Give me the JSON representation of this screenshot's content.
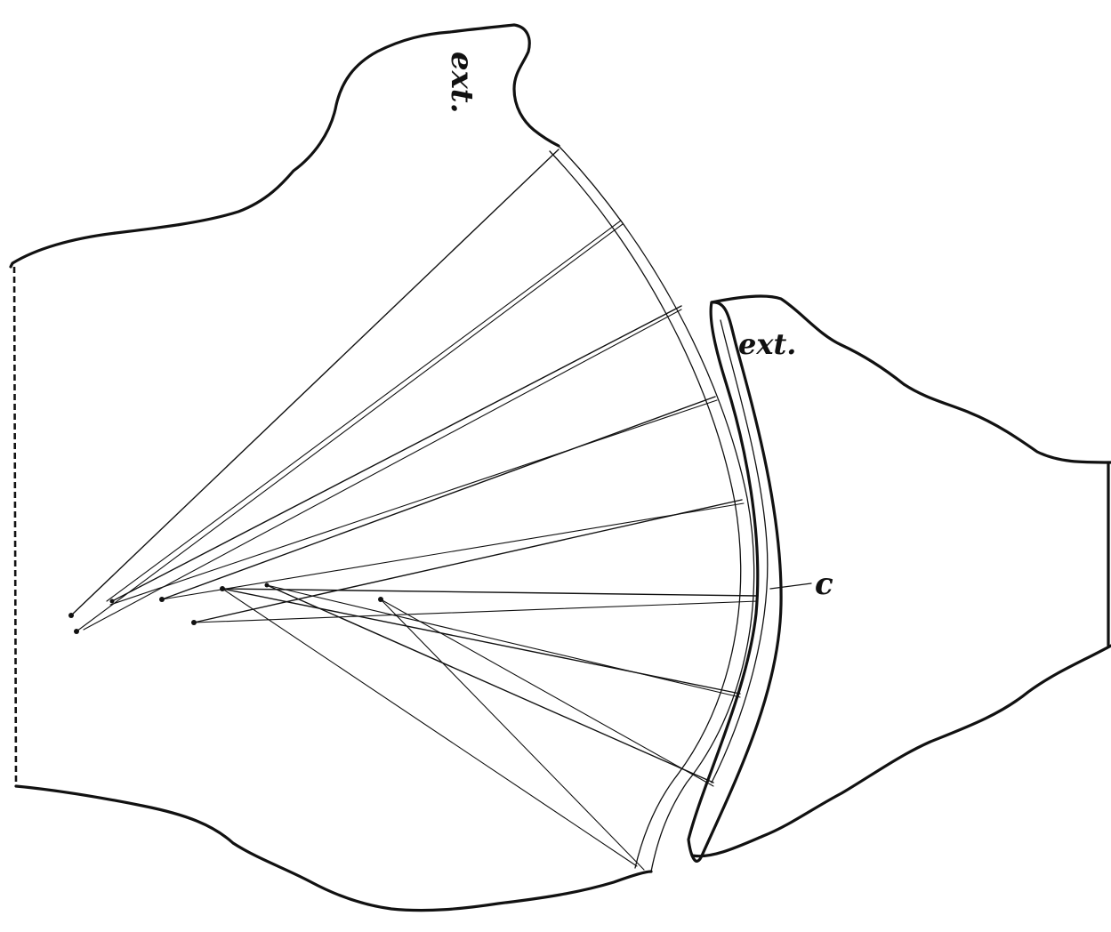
{
  "labels": {
    "ext_upper": "ext.",
    "ext_right": "ext.",
    "c": "c"
  }
}
